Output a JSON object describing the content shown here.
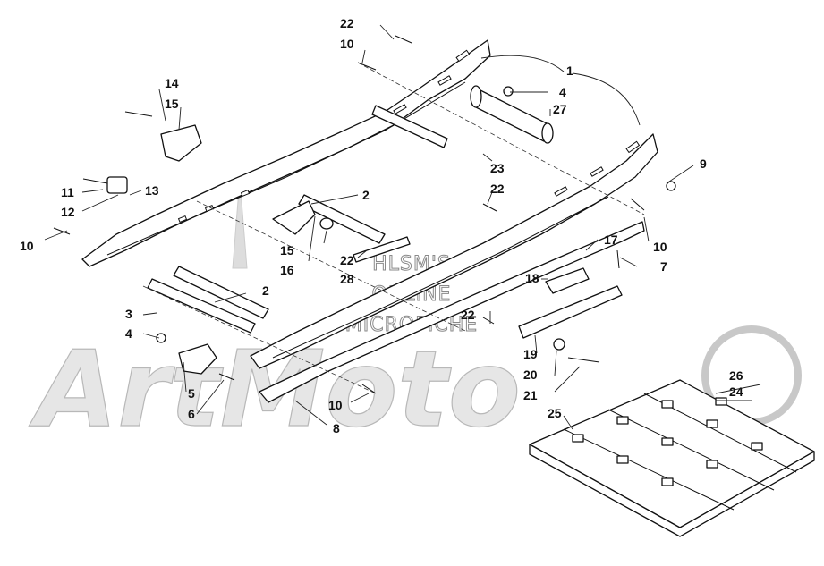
{
  "watermark": {
    "brand": "ArtMoto",
    "line1": "HLSM'S",
    "line2": "ONLINE",
    "line3": "MICROFICHE"
  },
  "callouts": [
    "1",
    "2",
    "2",
    "3",
    "4",
    "4",
    "5",
    "6",
    "7",
    "8",
    "9",
    "10",
    "10",
    "10",
    "10",
    "11",
    "12",
    "13",
    "14",
    "15",
    "15",
    "16",
    "17",
    "18",
    "19",
    "20",
    "21",
    "22",
    "22",
    "22",
    "22",
    "23",
    "24",
    "25",
    "26",
    "27",
    "28"
  ],
  "parts": {
    "rail_frame": "rail-frame",
    "cross_shaft": "cross-shaft",
    "track": "track"
  }
}
